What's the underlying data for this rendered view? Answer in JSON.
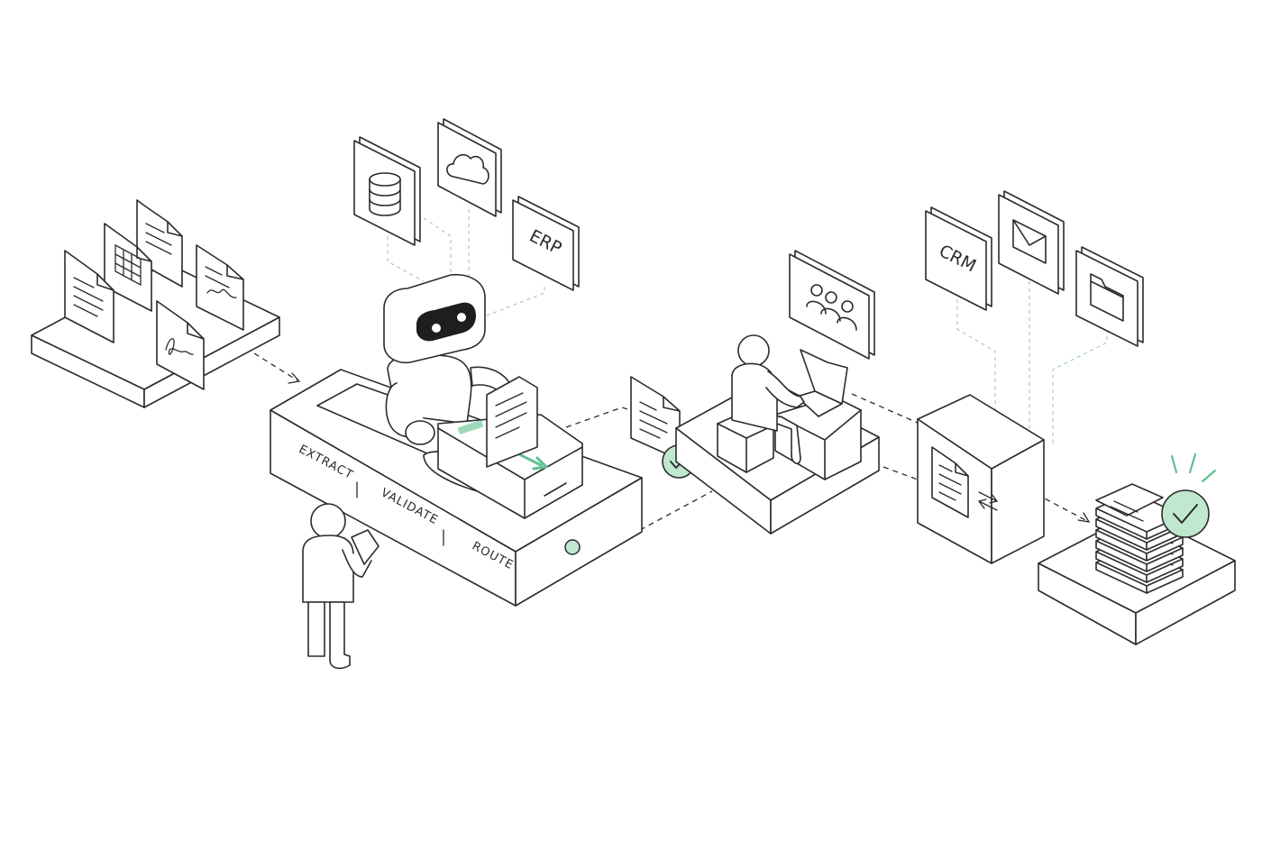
{
  "diagram": {
    "colors": {
      "ink": "#2b2b2b",
      "accent": "#5fc08f",
      "accent_fill": "#bfe8cf",
      "connector": "#9ec9b3"
    },
    "stages": {
      "extract": "EXTRACT",
      "validate": "VALIDATE",
      "route": "ROUTE"
    },
    "systems": {
      "erp": "ERP",
      "crm": "CRM"
    },
    "icons": [
      "database-icon",
      "cloud-icon",
      "people-icon",
      "mail-icon",
      "folder-icon",
      "check-icon",
      "swap-icon",
      "signature-icon",
      "spreadsheet-icon"
    ]
  }
}
